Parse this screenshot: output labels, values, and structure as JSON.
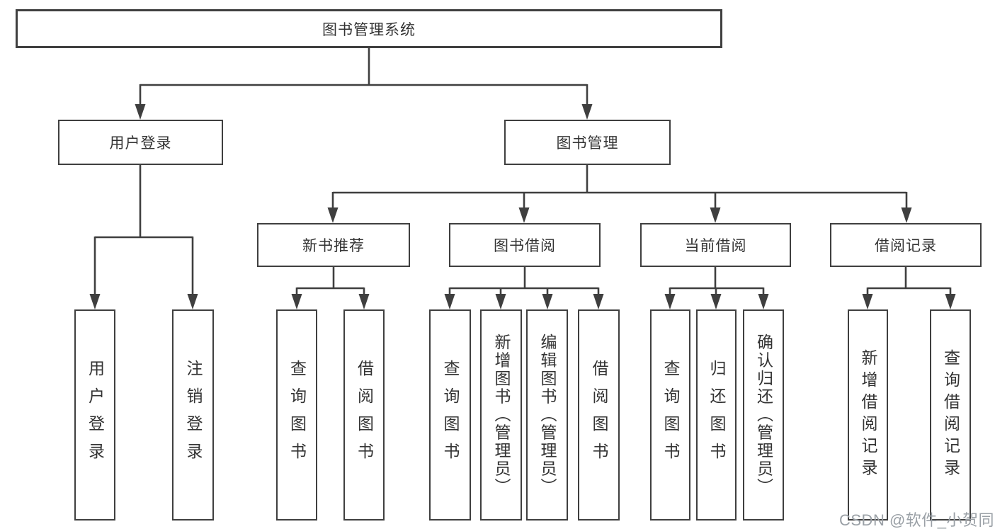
{
  "diagram": {
    "root": {
      "label": "图书管理系统"
    },
    "level2": [
      {
        "label": "用户登录"
      },
      {
        "label": "图书管理"
      }
    ],
    "level3": [
      {
        "label": "新书推荐"
      },
      {
        "label": "图书借阅"
      },
      {
        "label": "当前借阅"
      },
      {
        "label": "借阅记录"
      }
    ],
    "leaves": [
      {
        "label": "用户登录",
        "parent": "用户登录"
      },
      {
        "label": "注销登录",
        "parent": "用户登录"
      },
      {
        "label": "查询图书",
        "parent": "新书推荐"
      },
      {
        "label": "借阅图书",
        "parent": "新书推荐"
      },
      {
        "label": "查询图书",
        "parent": "图书借阅"
      },
      {
        "label": "新增图书（管理员）",
        "parent": "图书借阅"
      },
      {
        "label": "编辑图书（管理员）",
        "parent": "图书借阅"
      },
      {
        "label": "借阅图书",
        "parent": "图书借阅"
      },
      {
        "label": "查询图书",
        "parent": "当前借阅"
      },
      {
        "label": "归还图书",
        "parent": "当前借阅"
      },
      {
        "label": "确认归还（管理员）",
        "parent": "当前借阅"
      },
      {
        "label": "新增借阅记录",
        "parent": "借阅记录"
      },
      {
        "label": "查询借阅记录",
        "parent": "借阅记录"
      }
    ]
  },
  "watermark": {
    "text": "CSDN @软件_小贺同学"
  },
  "colors": {
    "line": "#3f3f3f",
    "text": "#333333",
    "box_bg": "#ffffff",
    "watermark": "#9aa0a6",
    "page_bg": "#ffffff"
  }
}
